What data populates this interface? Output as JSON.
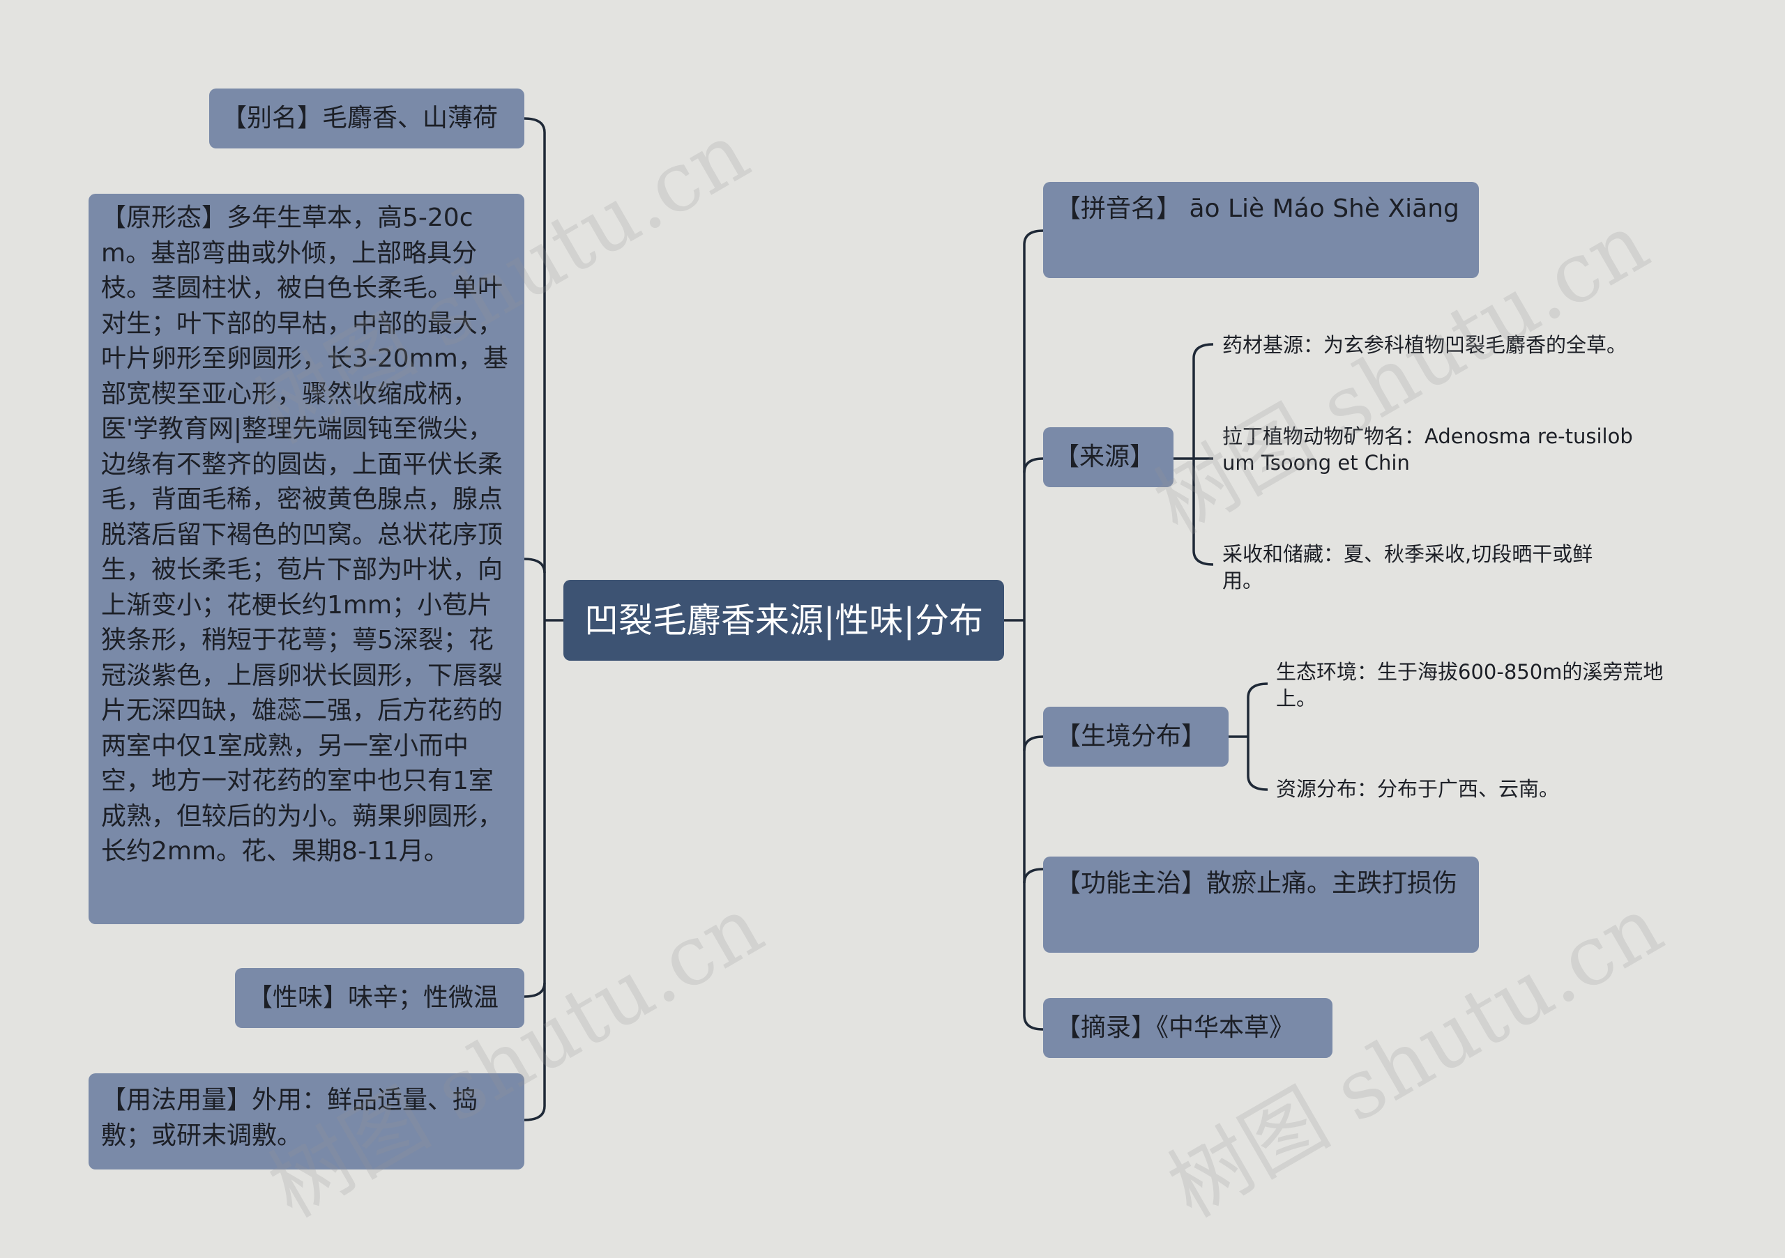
{
  "root": {
    "label": "凹裂毛麝香来源|性味|分布"
  },
  "left": {
    "alias": "【别名】毛麝香、山薄荷",
    "morphology": "【原形态】多年生草本，高5-20cm。基部弯曲或外倾，上部略具分枝。茎圆柱状，被白色长柔毛。单叶对生；叶下部的早枯，中部的最大，叶片卵形至卵圆形，长3-20mm，基部宽楔至亚心形，骤然收缩成柄，医'学教育网|整理先端圆钝至微尖，边缘有不整齐的圆齿，上面平伏长柔毛，背面毛稀，密被黄色腺点，腺点脱落后留下褐色的凹窝。总状花序顶生，被长柔毛；苞片下部为叶状，向上渐变小；花梗长约1mm；小苞片狭条形，稍短于花萼；萼5深裂；花冠淡紫色，上唇卵状长圆形，下唇裂片无深四缺，雄蕊二强，后方花药的两室中仅1室成熟，另一室小而中空，地方一对花药的室中也只有1室成熟，但较后的为小。蒴果卵圆形，长约2mm。花、果期8-11月。",
    "taste": "【性味】味辛；性微温",
    "usage": "【用法用量】外用：鲜品适量、捣敷；或研末调敷。"
  },
  "right": {
    "pinyin": "【拼音名】 āo Liè Máo Shè Xiāng",
    "source": {
      "label": "【来源】",
      "children": [
        "药材基源：为玄参科植物凹裂毛麝香的全草。",
        "拉丁植物动物矿物名：Adenosma re-tusilobum Tsoong et Chin",
        "采收和储藏：夏、秋季采收,切段晒干或鲜用。"
      ]
    },
    "habitat": {
      "label": "【生境分布】",
      "children": [
        "生态环境：生于海拔600-850m的溪旁荒地上。",
        "资源分布：分布于广西、云南。"
      ]
    },
    "function": "【功能主治】散瘀止痛。主跌打损伤",
    "excerpt": "【摘录】《中华本草》"
  },
  "watermark": "树图 shutu.cn",
  "colors": {
    "background": "#e3e3e0",
    "node": "#7a8aa8",
    "root": "#3d5373",
    "line": "#1f2937"
  }
}
